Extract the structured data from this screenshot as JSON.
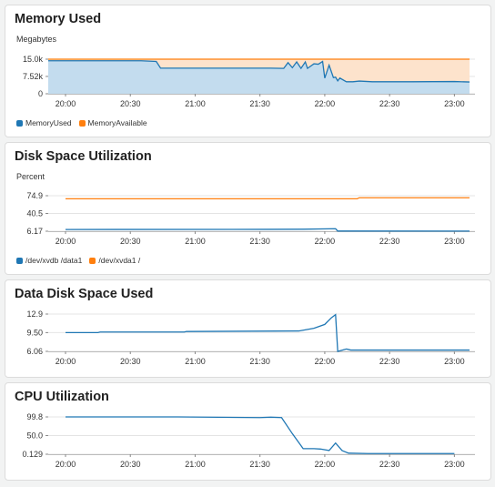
{
  "colors": {
    "blue": "#1f77b4",
    "orange": "#ff7f0e"
  },
  "panels": [
    {
      "title": "Memory Used"
    },
    {
      "title": "Disk Space Utilization"
    },
    {
      "title": "Data Disk Space Used"
    },
    {
      "title": "CPU Utilization"
    }
  ],
  "chart_data": [
    {
      "type": "area",
      "title": "Memory Used",
      "ylabel": "Megabytes",
      "y_ticks": [
        "15.0k",
        "7.52k",
        "0"
      ],
      "y_tick_values": [
        15000,
        7520,
        0
      ],
      "ylim": [
        0,
        15000
      ],
      "x_ticks": [
        "20:00",
        "20:30",
        "21:00",
        "21:30",
        "22:00",
        "22:30",
        "23:00"
      ],
      "grid": true,
      "legend_placement": "bottom-left",
      "series": [
        {
          "name": "MemoryUsed",
          "color": "#1f77b4",
          "x": [
            "19:52",
            "20:35",
            "20:42",
            "20:44",
            "21:10",
            "21:35",
            "21:41",
            "21:43",
            "21:45",
            "21:47",
            "21:49",
            "21:51",
            "21:52",
            "21:55",
            "21:57",
            "21:59",
            "22:00",
            "22:02",
            "22:04",
            "22:05",
            "22:06",
            "22:07",
            "22:10",
            "22:13",
            "22:16",
            "22:22",
            "22:40",
            "23:00",
            "23:07"
          ],
          "values": [
            14300,
            14300,
            14000,
            11100,
            11100,
            11100,
            11000,
            13500,
            11300,
            13800,
            11000,
            13800,
            11000,
            13000,
            12800,
            14000,
            6800,
            12400,
            7000,
            7200,
            5600,
            6800,
            5200,
            5200,
            5500,
            5200,
            5200,
            5300,
            5100
          ]
        },
        {
          "name": "MemoryAvailable",
          "color": "#ff7f0e",
          "x": [
            "19:52",
            "23:07"
          ],
          "values": [
            15000,
            15000
          ]
        }
      ]
    },
    {
      "type": "line",
      "title": "Disk Space Utilization",
      "ylabel": "Percent",
      "y_ticks": [
        "74.9",
        "40.5",
        "6.17"
      ],
      "y_tick_values": [
        74.9,
        40.5,
        6.17
      ],
      "ylim": [
        6.17,
        74.9
      ],
      "x_ticks": [
        "20:00",
        "20:30",
        "21:00",
        "21:30",
        "22:00",
        "22:30",
        "23:00"
      ],
      "grid": true,
      "legend_placement": "bottom-left",
      "series": [
        {
          "name": "/dev/xvdb /data1",
          "color": "#1f77b4",
          "x": [
            "20:00",
            "21:35",
            "21:50",
            "22:05",
            "22:06",
            "23:07"
          ],
          "values": [
            9.5,
            9.8,
            10.0,
            11.0,
            6.5,
            6.4
          ]
        },
        {
          "name": "/dev/xvda1 /",
          "color": "#ff7f0e",
          "x": [
            "20:00",
            "22:15",
            "22:16",
            "23:07"
          ],
          "values": [
            69.0,
            69.0,
            71.0,
            71.0
          ]
        }
      ]
    },
    {
      "type": "line",
      "title": "Data Disk Space Used",
      "ylabel": "",
      "y_ticks": [
        "12.9",
        "9.50",
        "6.06"
      ],
      "y_tick_values": [
        12.9,
        9.5,
        6.06
      ],
      "ylim": [
        6.06,
        12.9
      ],
      "x_ticks": [
        "20:00",
        "20:30",
        "21:00",
        "21:30",
        "22:00",
        "22:30",
        "23:00"
      ],
      "grid": true,
      "legend_placement": "none",
      "series": [
        {
          "name": "",
          "color": "#1f77b4",
          "x": [
            "20:00",
            "20:15",
            "20:16",
            "20:55",
            "20:56",
            "21:48",
            "21:55",
            "22:00",
            "22:03",
            "22:05",
            "22:06",
            "22:10",
            "22:12",
            "23:07"
          ],
          "values": [
            9.5,
            9.5,
            9.6,
            9.6,
            9.7,
            9.8,
            10.3,
            11.0,
            12.2,
            12.8,
            6.06,
            6.5,
            6.3,
            6.3
          ]
        }
      ]
    },
    {
      "type": "line",
      "title": "CPU Utilization",
      "ylabel": "",
      "y_ticks": [
        "99.8",
        "50.0",
        "0.129"
      ],
      "y_tick_values": [
        99.8,
        50.0,
        0.129
      ],
      "ylim": [
        0.129,
        99.8
      ],
      "x_ticks": [
        "20:00",
        "20:30",
        "21:00",
        "21:30",
        "22:00",
        "22:30",
        "23:00"
      ],
      "grid": true,
      "legend_placement": "none",
      "series": [
        {
          "name": "",
          "color": "#1f77b4",
          "x": [
            "20:00",
            "20:52",
            "21:30",
            "21:35",
            "21:40",
            "21:45",
            "21:50",
            "21:55",
            "21:58",
            "22:02",
            "22:05",
            "22:08",
            "22:11",
            "22:20",
            "22:40",
            "23:00"
          ],
          "values": [
            99.8,
            99.8,
            98.0,
            99.0,
            98.0,
            55.0,
            15.0,
            15.0,
            14.0,
            10.0,
            30.0,
            10.0,
            3.0,
            2.0,
            2.0,
            2.0
          ]
        }
      ]
    }
  ]
}
